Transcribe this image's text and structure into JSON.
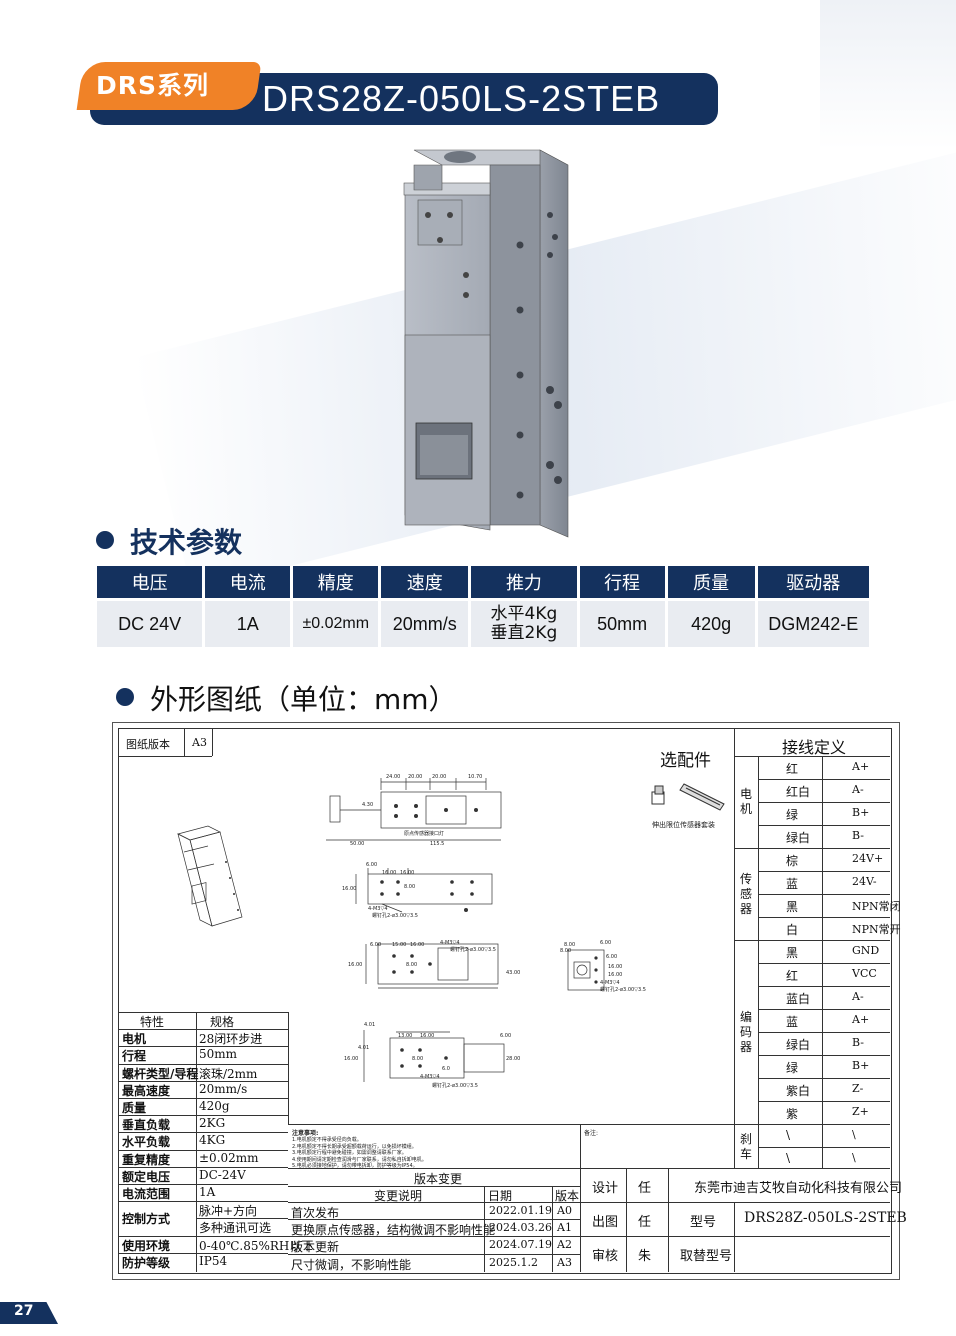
{
  "header": {
    "series": "DRS系列",
    "model": "DRS28Z-050LS-2STEB"
  },
  "sections": {
    "tech_params": "技术参数",
    "drawing": "外形图纸（单位：mm）"
  },
  "spec_table": {
    "headers": [
      "电压",
      "电流",
      "精度",
      "速度",
      "推力",
      "行程",
      "质量",
      "驱动器"
    ],
    "values": [
      "DC 24V",
      "1A",
      "±0.02mm",
      "20mm/s",
      "水平4Kg",
      "50mm",
      "420g",
      "DGM242-E"
    ],
    "thrust_line2": "垂直2Kg"
  },
  "drawing": {
    "version_label": "图纸版本",
    "version_value": "A3",
    "optional_parts": "选配件",
    "sensor_kit": "伸出限位传感器套装",
    "origin_sensor_note": "原点传感器接口灯",
    "wiring": {
      "title": "接线定义",
      "groups": [
        {
          "name": "电机",
          "rows": [
            [
              "红",
              "A+"
            ],
            [
              "红白",
              "A-"
            ],
            [
              "绿",
              "B+"
            ],
            [
              "绿白",
              "B-"
            ]
          ]
        },
        {
          "name": "传感器",
          "rows": [
            [
              "棕",
              "24V+"
            ],
            [
              "蓝",
              "24V-"
            ],
            [
              "黑",
              "NPN常闭"
            ],
            [
              "白",
              "NPN常开"
            ]
          ]
        },
        {
          "name": "编码器",
          "rows": [
            [
              "黑",
              "GND"
            ],
            [
              "红",
              "VCC"
            ],
            [
              "蓝白",
              "A-"
            ],
            [
              "蓝",
              "A+"
            ],
            [
              "绿白",
              "B-"
            ],
            [
              "绿",
              "B+"
            ],
            [
              "紫白",
              "Z-"
            ],
            [
              "紫",
              "Z+"
            ]
          ]
        },
        {
          "name": "刹车",
          "rows": [
            [
              "\\",
              "\\"
            ],
            [
              "\\",
              "\\"
            ]
          ]
        }
      ]
    },
    "specs": {
      "header": [
        "特性",
        "规格"
      ],
      "rows": [
        [
          "电机",
          "28闭环步进"
        ],
        [
          "行程",
          "50mm"
        ],
        [
          "螺杆类型/导程",
          "滚珠/2mm"
        ],
        [
          "最高速度",
          "20mm/s"
        ],
        [
          "质量",
          "420g"
        ],
        [
          "垂直负载",
          "2KG"
        ],
        [
          "水平负载",
          "4KG"
        ],
        [
          "重复精度",
          "±0.02mm"
        ],
        [
          "额定电压",
          "DC-24V"
        ],
        [
          "电流范围",
          "1A"
        ],
        [
          "控制方式",
          "脉冲+方向"
        ],
        [
          "",
          "多种通讯可选"
        ],
        [
          "使用环境",
          "0-40℃.85%RH以下"
        ],
        [
          "防护等级",
          "IP54"
        ]
      ]
    },
    "notes_title": "注意事项:",
    "notes": [
      "1.电机额定不得承受径向负载。",
      "2.电机额定不得长期承受超额载荷运行，以免损坏模组。",
      "3.电机额定行程中避免碰撞，如需调整请联系厂家。",
      "4.使用期间请定期检查润滑与厂家联系，请勿私自拆卸电机。",
      "5.电机必须接地保护，请勿带电拆卸，防护等级为IP54。"
    ],
    "remarks_label": "备注:",
    "changes": {
      "title": "版本变更",
      "headers": [
        "变更说明",
        "日期",
        "版本"
      ],
      "rows": [
        [
          "首次发布",
          "2022.01.19",
          "A0"
        ],
        [
          "更换原点传感器，结构微调不影响性能",
          "2024.03.26",
          "A1"
        ],
        [
          "版本更新",
          "2024.07.19",
          "A2"
        ],
        [
          "尺寸微调，不影响性能",
          "2025.1.2",
          "A3"
        ]
      ]
    },
    "titleblock": {
      "design": "设计",
      "design_name": "任",
      "draw": "出图",
      "draw_name": "任",
      "review": "审核",
      "review_name": "朱",
      "company": "东莞市迪吉艾牧自动化科技有限公司",
      "model_label": "型号",
      "model_value": "DRS28Z-050LS-2STEB",
      "pick_label": "取替型号"
    },
    "dims": {
      "top_view": [
        "24.00",
        "20.00",
        "20.00",
        "10.70",
        "4.30",
        "50.00",
        "115.5"
      ],
      "side_view": [
        "6.00",
        "16.00",
        "16.00",
        "16.00",
        "8.00",
        "4-M3▽4",
        "螺钉孔2-ø3.00▽3.5"
      ],
      "front_view": [
        "6.00",
        "15.00",
        "16.00",
        "16.00",
        "8.00",
        "43.00",
        "4-M3▽4",
        "螺钉孔2-ø3.00▽3.5"
      ],
      "end_view": [
        "8.00",
        "6.00",
        "6.00",
        "8.00",
        "16.00",
        "16.00",
        "4-M3▽4",
        "螺钉孔2-ø3.00▽3.5"
      ],
      "bottom_view": [
        "4.01",
        "13.00",
        "16.00",
        "6.00",
        "4.01",
        "16.00",
        "8.00",
        "28.00",
        "6.0",
        "4-M3▽4",
        "螺钉孔2-ø3.00▽3.5"
      ]
    }
  },
  "page_number": "27",
  "colors": {
    "navy": "#14315e",
    "orange": "#f08227",
    "cell": "#e9ecf1"
  }
}
